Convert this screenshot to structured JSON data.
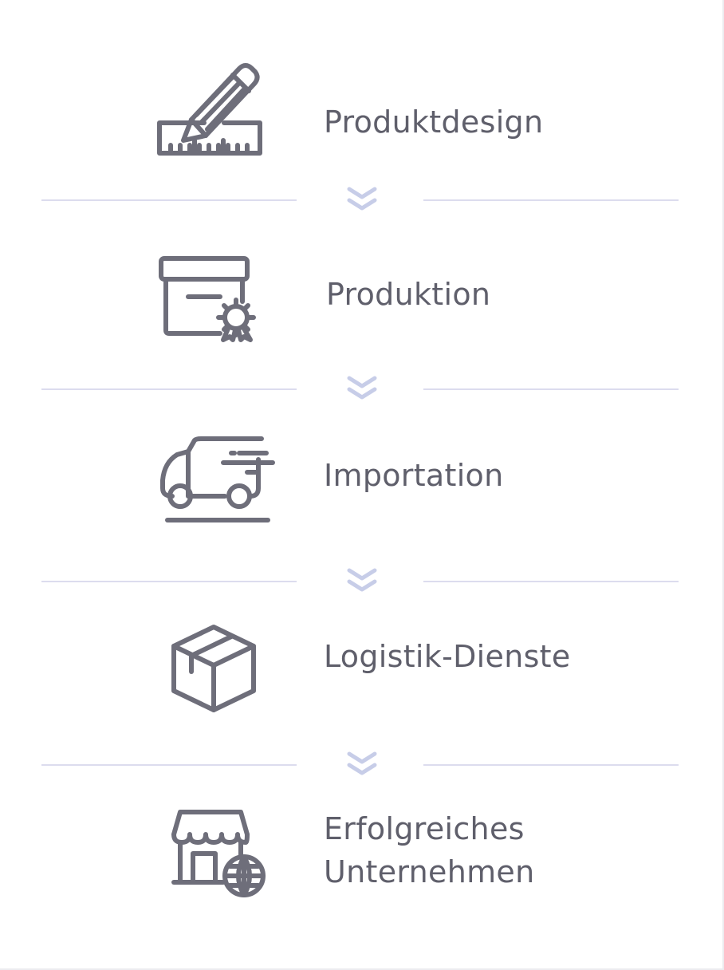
{
  "colors": {
    "icon": "#6e6e7a",
    "text": "#5f5f6b",
    "divider": "#dcdcee",
    "chevron": "#c7cde8"
  },
  "steps": [
    {
      "label": "Produktdesign",
      "icon": "pencil-ruler-icon"
    },
    {
      "label": "Produktion",
      "icon": "box-certificate-icon"
    },
    {
      "label": "Importation",
      "icon": "delivery-truck-icon"
    },
    {
      "label": "Logistik-Dienste",
      "icon": "package-icon"
    },
    {
      "label_line1": "Erfolgreiches",
      "label_line2": "Unternehmen",
      "icon": "store-globe-icon"
    }
  ],
  "separators": {
    "icon": "double-chevron-down-icon"
  }
}
